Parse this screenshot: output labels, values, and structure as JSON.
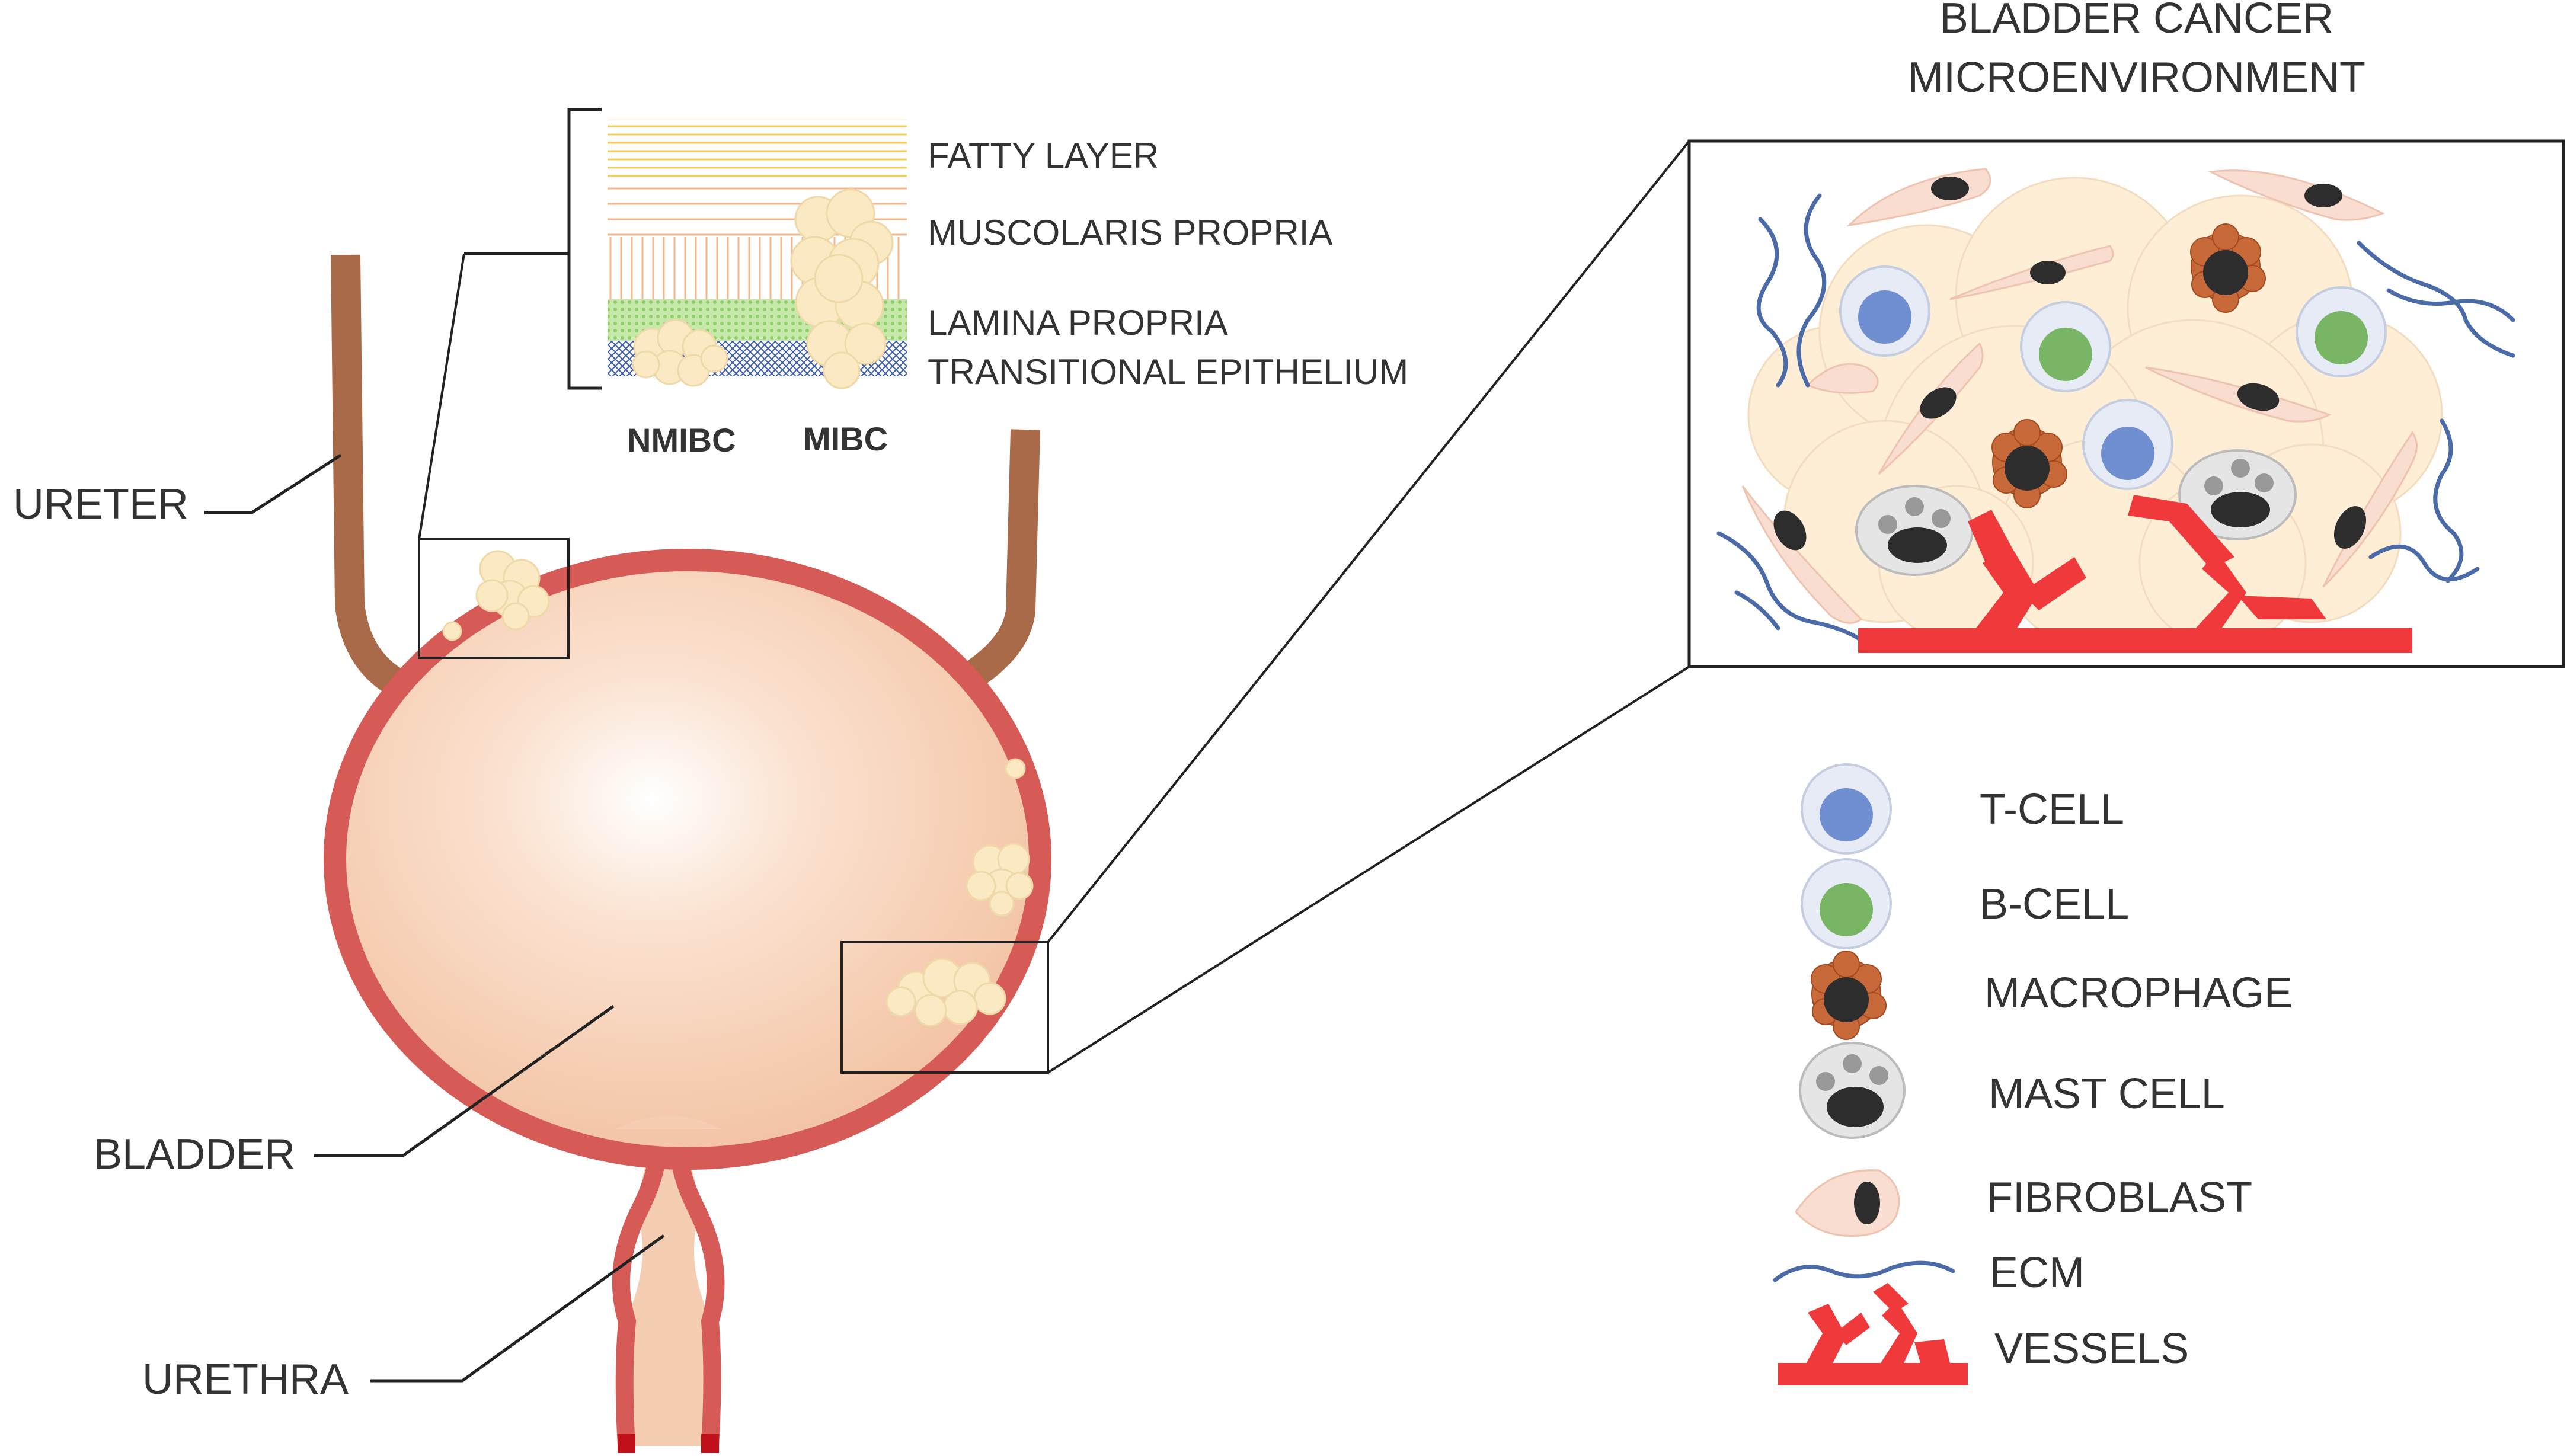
{
  "title": {
    "line1": "BLADDER CANCER",
    "line2": "MICROENVIRONMENT"
  },
  "anatomy_labels": {
    "ureter": "URETER",
    "bladder": "BLADDER",
    "urethra": "URETHRA"
  },
  "wall_layers": {
    "fatty": "FATTY LAYER",
    "muscularis": "MUSCOLARIS PROPRIA",
    "lamina": "LAMINA PROPRIA",
    "epithelium": "TRANSITIONAL EPITHELIUM",
    "nmibc": "NMIBC",
    "mibc": "MIBC"
  },
  "legend": {
    "tcell": "T-CELL",
    "bcell": "B-CELL",
    "macrophage": "MACROPHAGE",
    "mast": "MAST CELL",
    "fibroblast": "FIBROBLAST",
    "ecm": "ECM",
    "vessels": "VESSELS"
  },
  "colors": {
    "bladder_wall": "#d65a55",
    "bladder_fill": "#f5cdb2",
    "ureter": "#a86a48",
    "tumor": "#fbe9c4",
    "tcell": "#6f8fd0",
    "bcell": "#78b565",
    "macrophage": "#c8693a",
    "mast": "#c9c9c9",
    "fibroblast": "#f8ddd0",
    "ecm": "#4a6aa8",
    "vessel": "#f0393b",
    "fatty": "#f5d060",
    "muscle": "#f0b890",
    "lamina": "#8fcf6a",
    "epithelium": "#3a5aa8"
  }
}
